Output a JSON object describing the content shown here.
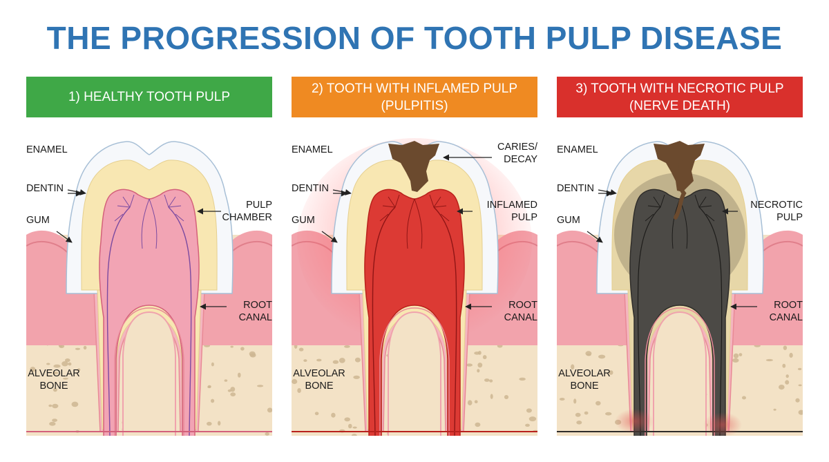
{
  "title": "THE PROGRESSION OF TOOTH PULP DISEASE",
  "panels": [
    {
      "header": "1) HEALTHY TOOTH PULP",
      "labels": {
        "enamel": "ENAMEL",
        "dentin": "DENTIN",
        "gum": "GUM",
        "top_right": "PULP\nCHAMBER",
        "root_canal": "ROOT\nCANAL",
        "bone": "ALVEOLAR\nBONE"
      }
    },
    {
      "header": "2) TOOTH WITH INFLAMED PULP\n(PULPITIS)",
      "labels": {
        "enamel": "ENAMEL",
        "caries": "CARIES/\nDECAY",
        "dentin": "DENTIN",
        "gum": "GUM",
        "mid_right": "INFLAMED\nPULP",
        "root_canal": "ROOT\nCANAL",
        "bone": "ALVEOLAR\nBONE"
      }
    },
    {
      "header": "3) TOOTH WITH NECROTIC PULP\n(NERVE DEATH)",
      "labels": {
        "enamel": "ENAMEL",
        "dentin": "DENTIN",
        "gum": "GUM",
        "mid_right": "NECROTIC\nPULP",
        "root_canal": "ROOT\nCANAL",
        "bone": "ALVEOLAR\nBONE"
      }
    }
  ],
  "colors": {
    "title": "#2f74b3",
    "header_healthy": "#3fa847",
    "header_inflamed": "#ef8a22",
    "header_necrotic": "#d9302c",
    "bone": "#f3e2c6",
    "bone_pores": "#cdb692",
    "gum": "#f2a3ac",
    "enamel": "#f6f8fb",
    "dentin": "#f8e7b2",
    "pulp_healthy": "#f2a4b4",
    "pulp_inflamed": "#dc3a34",
    "pulp_necrotic": "#4c4a46",
    "caries": "#6b4a2e"
  }
}
